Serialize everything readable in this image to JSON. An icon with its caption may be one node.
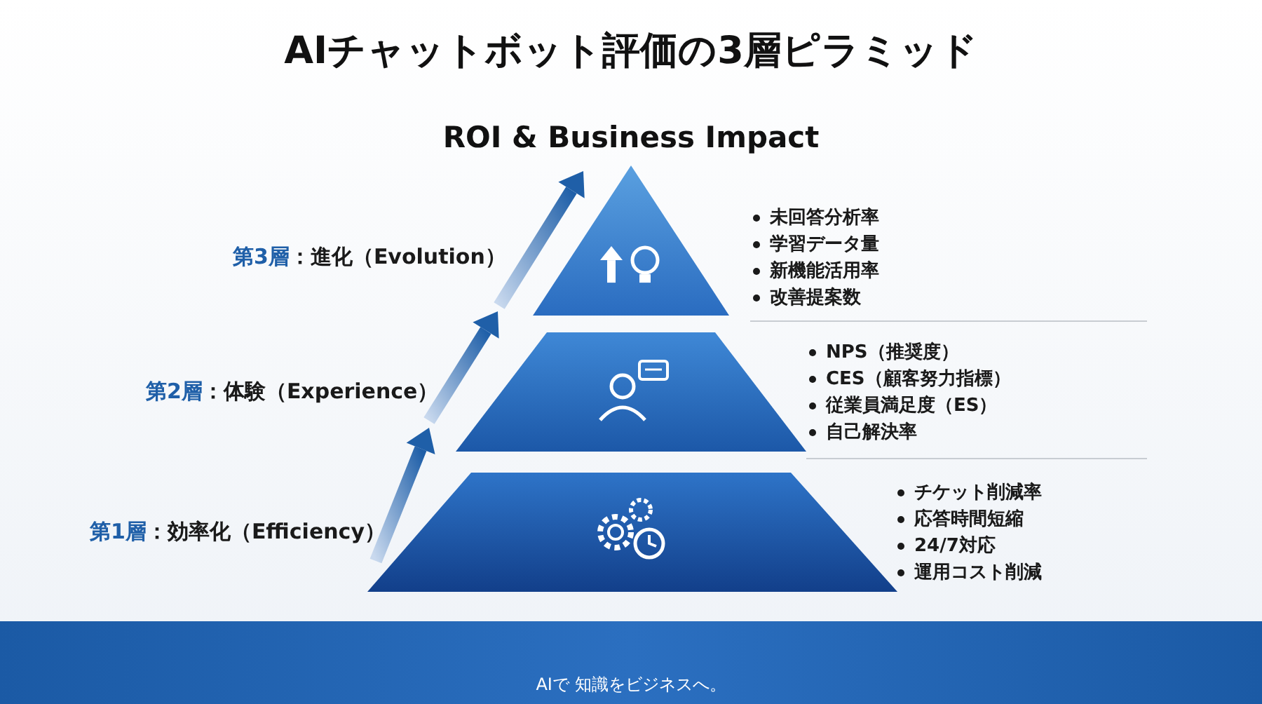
{
  "diagram": {
    "title": "AIチャットボット評価の3層ピラミッド",
    "nodes": [
      {
        "text": [
          "第3層：進化（Evolution）"
        ],
        "beside": [
          "未回答分析率",
          "学習データ量",
          "新機能活用率",
          "改善提案数"
        ]
      },
      {
        "text": [
          "第2層：体験（Experience）"
        ],
        "beside": [
          "NPS（推奨度）",
          "CES（顧客努力指標）",
          "従業員満足度（ES）",
          "自己解決率"
        ]
      },
      {
        "text": [
          "第1層：効率化（Efficiency）"
        ],
        "beside": [
          "チケット削減率",
          "応答時間短縮",
          "24/7対応",
          "運用コスト削減"
        ]
      }
    ],
    "labels": [
      "ROI & Business Impact",
      "AIで 知識をビジネスへ。"
    ]
  }
}
